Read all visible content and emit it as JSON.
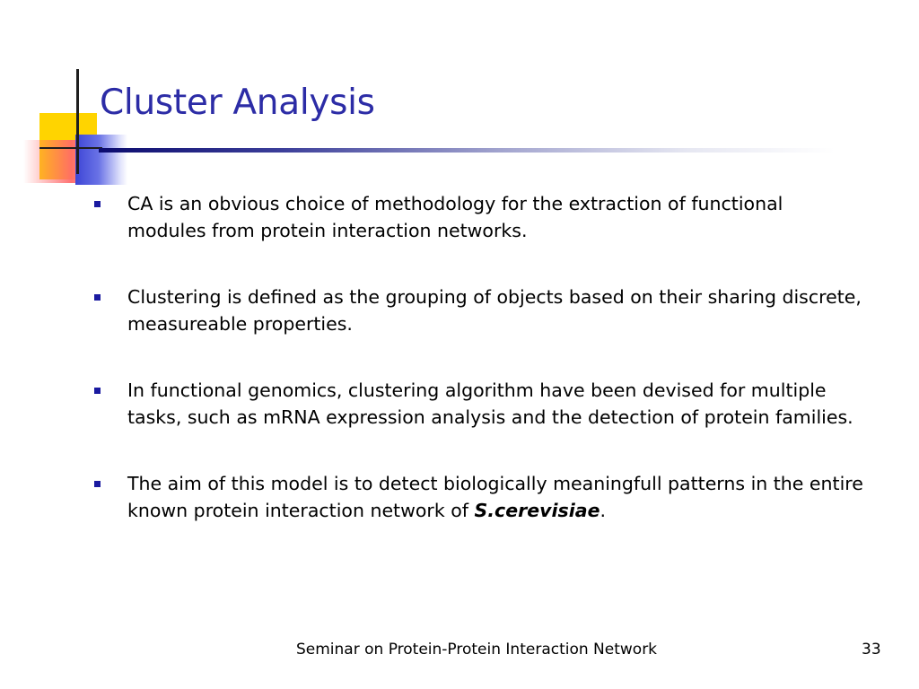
{
  "slide": {
    "title": "Cluster Analysis",
    "bullets": [
      {
        "text": "CA is an obvious choice of methodology for the extraction of functional modules from protein interaction networks."
      },
      {
        "text": "Clustering is defined as the grouping of objects based on their sharing discrete, measureable properties."
      },
      {
        "text": "In functional genomics, clustering algorithm have been devised for multiple tasks, such as mRNA expression analysis and the detection of protein families."
      },
      {
        "text_before": "The aim of this model is to detect biologically meaningfull patterns in the entire known protein interaction network of ",
        "emphasis": "S.cerevisiae",
        "text_after": "."
      }
    ]
  },
  "footer": {
    "text": "Seminar on Protein-Protein Interaction Network",
    "page_number": "33"
  },
  "colors": {
    "title": "#2c2ca6",
    "bullet_mark": "#1a1aa0",
    "accent_yellow": "#ffd400",
    "accent_red": "#ff6969",
    "accent_blue": "#3d45d6"
  }
}
